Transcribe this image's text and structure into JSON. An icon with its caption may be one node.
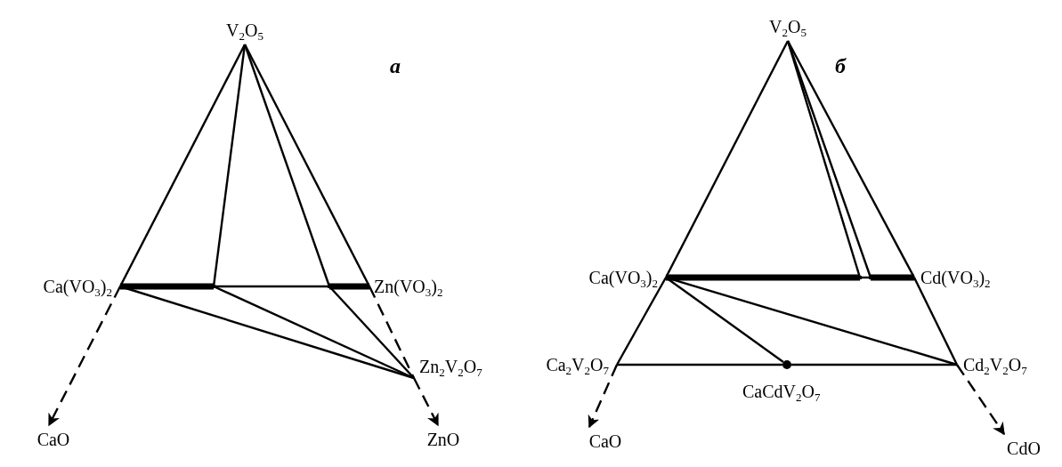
{
  "diagram": {
    "nodes": [
      {
        "text": [
          "V$_{2}$O$_{5}$"
        ]
      },
      {
        "text": [
          "Ca(VO$_{3}$)$_{2}$"
        ]
      },
      {
        "text": [],
        "shape": "point"
      },
      {
        "text": [],
        "shape": "point"
      },
      {
        "text": [
          "Zn(VO$_{3}$)$_{2}$"
        ]
      },
      {
        "text": [
          "Zn$_{2}$V$_{2}$O$_{7}$"
        ]
      },
      {
        "text": [
          "CaO"
        ]
      },
      {
        "text": [
          "ZnO"
        ]
      },
      {
        "text": [
          "V$_{2}$O$_{5}$"
        ]
      },
      {
        "text": [
          "Ca(VO$_{3}$)$_{2}$"
        ]
      },
      {
        "text": [],
        "shape": "point"
      },
      {
        "text": [],
        "shape": "point"
      },
      {
        "text": [
          "Cd(VO$_{3}$)$_{2}$"
        ]
      },
      {
        "text": [
          "Ca$_{2}$V$_{2}$O$_{7}$"
        ]
      },
      {
        "text": [],
        "shape": "circle",
        "beside": [
          "CaCdV$_{2}$O$_{7}$"
        ]
      },
      {
        "text": [
          "Cd$_{2}$V$_{2}$O$_{7}$"
        ]
      },
      {
        "text": [
          "CaO"
        ]
      },
      {
        "text": [
          "CdO"
        ]
      }
    ],
    "edges": [
      {
        "from": 0,
        "to": 1,
        "arrow": "none"
      },
      {
        "from": 0,
        "to": 2,
        "arrow": "none"
      },
      {
        "from": 0,
        "to": 3,
        "arrow": "none"
      },
      {
        "from": 0,
        "to": 4,
        "arrow": "none"
      },
      {
        "from": 1,
        "to": 2,
        "arrow": "none",
        "style": "thick"
      },
      {
        "from": 2,
        "to": 3,
        "arrow": "none"
      },
      {
        "from": 3,
        "to": 4,
        "arrow": "none",
        "style": "thick"
      },
      {
        "from": 1,
        "to": 5,
        "arrow": "none"
      },
      {
        "from": 2,
        "to": 5,
        "arrow": "none"
      },
      {
        "from": 3,
        "to": 5,
        "arrow": "none"
      },
      {
        "from": 4,
        "to": 5,
        "arrow": "none",
        "style": "dashed"
      },
      {
        "from": 1,
        "to": 6,
        "arrow": "to",
        "style": "dashed"
      },
      {
        "from": 5,
        "to": 7,
        "arrow": "to",
        "style": "dashed"
      },
      {
        "from": 8,
        "to": 9,
        "arrow": "none"
      },
      {
        "from": 8,
        "to": 10,
        "arrow": "none"
      },
      {
        "from": 8,
        "to": 11,
        "arrow": "none"
      },
      {
        "from": 8,
        "to": 12,
        "arrow": "none"
      },
      {
        "from": 9,
        "to": 10,
        "arrow": "none",
        "style": "thick"
      },
      {
        "from": 10,
        "to": 11,
        "arrow": "none"
      },
      {
        "from": 11,
        "to": 12,
        "arrow": "none",
        "style": "thick"
      },
      {
        "from": 9,
        "to": 13,
        "arrow": "none"
      },
      {
        "from": 12,
        "to": 15,
        "arrow": "none"
      },
      {
        "from": 9,
        "to": 14,
        "arrow": "none"
      },
      {
        "from": 9,
        "to": 15,
        "arrow": "none"
      },
      {
        "from": 13,
        "to": 14,
        "arrow": "none"
      },
      {
        "from": 14,
        "to": 15,
        "arrow": "none"
      },
      {
        "from": 13,
        "to": 16,
        "arrow": "to",
        "style": "dashed"
      },
      {
        "from": 15,
        "to": 17,
        "arrow": "to",
        "style": "dashed"
      }
    ],
    "labels": [
      "а",
      "б"
    ]
  }
}
